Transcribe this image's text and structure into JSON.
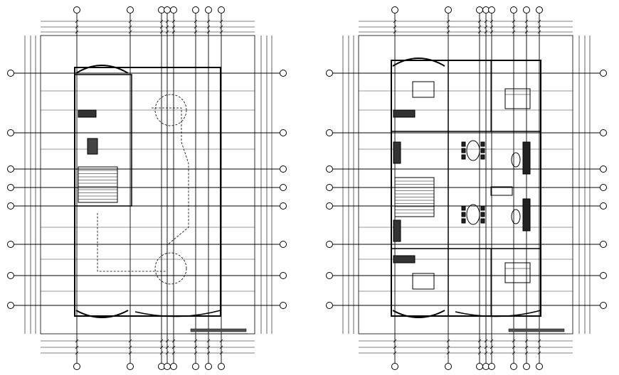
{
  "drawing": {
    "type": "architectural floor plans (CAD)",
    "plan_count": 2,
    "line_color": "#000000",
    "background_color": "#ffffff",
    "plans": [
      {
        "name": "left-plan",
        "vertical_axes": 8,
        "horizontal_axes": 8,
        "furnished": false
      },
      {
        "name": "right-plan",
        "vertical_axes": 8,
        "horizontal_axes": 8,
        "furnished": true
      }
    ]
  }
}
